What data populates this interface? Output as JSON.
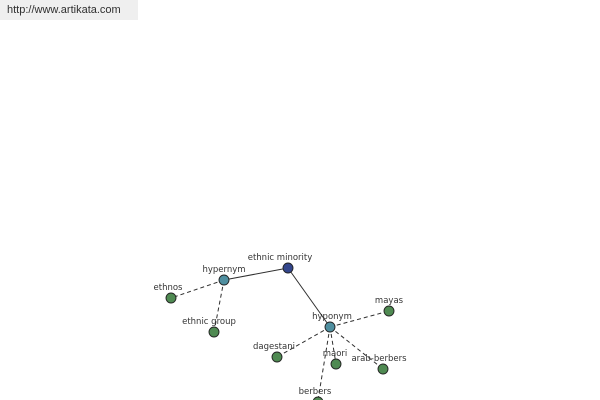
{
  "url": "http://www.artikata.com",
  "colors": {
    "root": "#33468c",
    "hub": "#4f8fa0",
    "leaf": "#4f8a52",
    "edge": "#2f2f2f"
  },
  "graph": {
    "root": "ethnic minority",
    "hypernym": "hypernym",
    "hyponym": "hyponym",
    "hypernyms": [
      "ethnos",
      "ethnic group"
    ],
    "hyponyms": [
      "mayas",
      "dagestani",
      "maori",
      "arab-berbers",
      "berbers"
    ]
  }
}
